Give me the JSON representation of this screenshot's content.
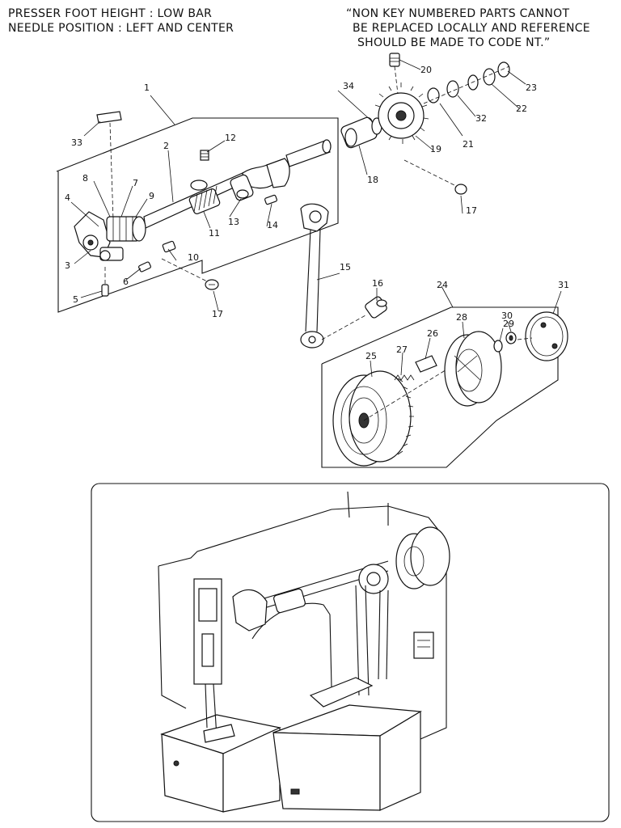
{
  "header": {
    "left_line1": "PRESSER FOOT HEIGHT : LOW BAR",
    "left_line2": "NEEDLE POSITION : LEFT AND CENTER",
    "right_line1": "“NON KEY NUMBERED PARTS CANNOT",
    "right_line2": "BE REPLACED LOCALLY AND REFERENCE",
    "right_line3": "SHOULD BE MADE TO CODE NT.”"
  },
  "callouts": {
    "c1": "1",
    "c2": "2",
    "c3": "3",
    "c4": "4",
    "c5": "5",
    "c6": "6",
    "c7": "7",
    "c8": "8",
    "c9": "9",
    "c10": "10",
    "c11": "11",
    "c12": "12",
    "c13": "13",
    "c14": "14",
    "c15": "15",
    "c16": "16",
    "c17a": "17",
    "c17b": "17",
    "c18": "18",
    "c19": "19",
    "c20": "20",
    "c21": "21",
    "c22": "22",
    "c23": "23",
    "c24": "24",
    "c25": "25",
    "c26": "26",
    "c27": "27",
    "c28": "28",
    "c29": "29",
    "c30": "30",
    "c31": "31",
    "c32": "32",
    "c33": "33",
    "c34": "34"
  }
}
